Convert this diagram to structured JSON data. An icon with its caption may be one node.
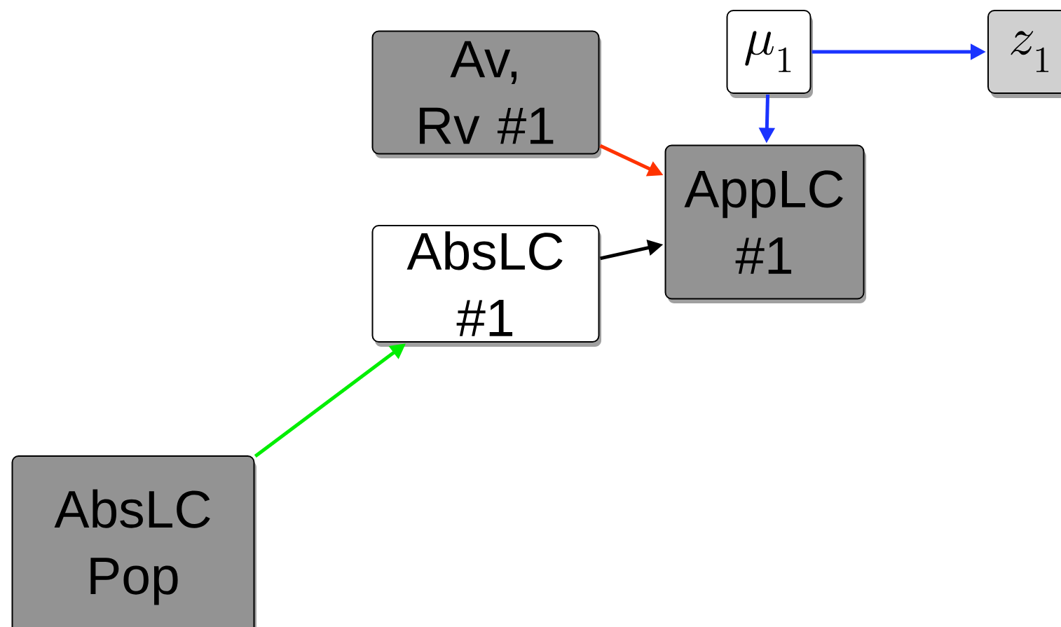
{
  "diagram": {
    "nodes": [
      {
        "text": [
          "Av, Rv #1"
        ]
      },
      {
        "text": [
          "AbsLC #1"
        ]
      },
      {
        "text": [
          "\\mu_1"
        ]
      },
      {
        "text": [
          "AppLC #1"
        ]
      },
      {
        "text": [
          "z_1"
        ]
      },
      {
        "text": [
          "AbsLC Pop"
        ]
      }
    ],
    "edges": [
      {
        "from": 0,
        "to": 3,
        "arrow": "to",
        "color": "#ff3300"
      },
      {
        "from": 1,
        "to": 3,
        "arrow": "to",
        "color": "#000000"
      },
      {
        "from": 2,
        "to": 3,
        "arrow": "to",
        "color": "#1a33ff"
      },
      {
        "from": 2,
        "to": 4,
        "arrow": "to",
        "color": "#1a33ff"
      },
      {
        "from": 5,
        "to": 1,
        "arrow": "to",
        "color": "#00ee00"
      }
    ]
  }
}
